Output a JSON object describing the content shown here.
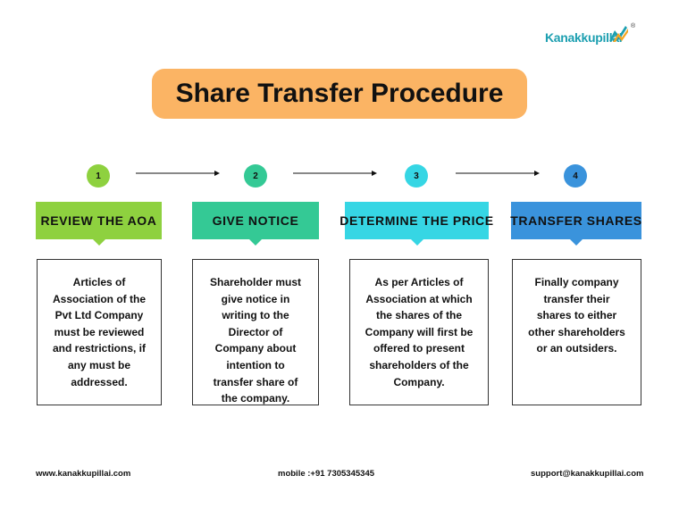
{
  "brand": {
    "name": "Kanakkupillai",
    "registered_mark": "®"
  },
  "title": "Share Transfer Procedure",
  "steps": [
    {
      "number": "1",
      "heading": "REVIEW THE AOA",
      "body": "Articles of Association of the Pvt Ltd Company must be reviewed and restrictions, if any must be addressed.",
      "color": "#8ed13f"
    },
    {
      "number": "2",
      "heading": "GIVE NOTICE",
      "body": "Shareholder must give notice in writing to the Director of Company about intention to transfer share of the company.",
      "color": "#34c995"
    },
    {
      "number": "3",
      "heading": "DETERMINE THE PRICE",
      "body": "As per Articles of Association at which the shares of the Company will first be offered to present shareholders of the Company.",
      "color": "#36d6e4"
    },
    {
      "number": "4",
      "heading": "TRANSFER SHARES",
      "body": "Finally company transfer their shares to either other shareholders or an outsiders.",
      "color": "#3a93dc"
    }
  ],
  "footer": {
    "website": "www.kanakkupillai.com",
    "mobile": "mobile :+91 7305345345",
    "email": "support@kanakkupillai.com"
  }
}
